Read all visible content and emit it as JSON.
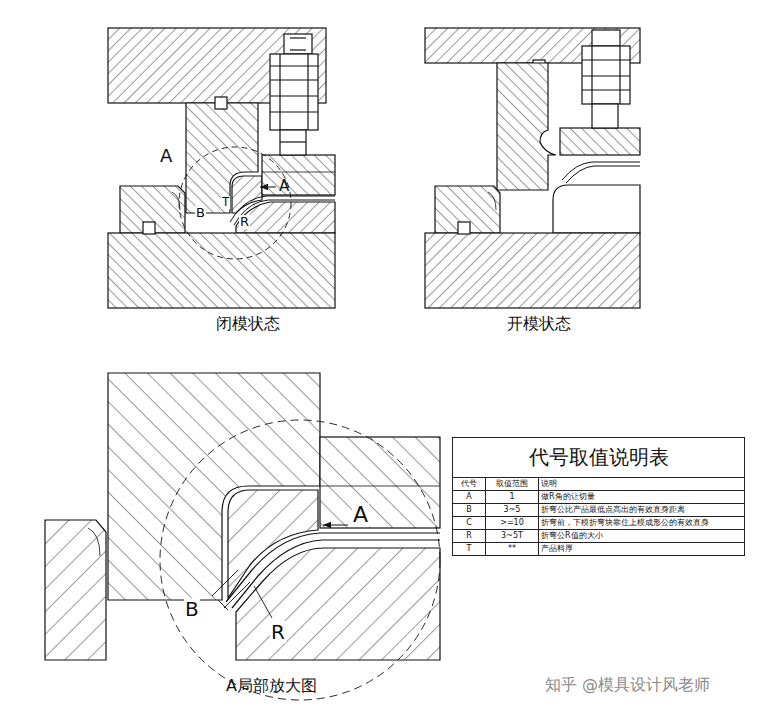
{
  "diagram": {
    "labels": [
      "A",
      "B",
      "T",
      "R",
      "A",
      "闭模状态",
      "开模状态",
      "A",
      "B",
      "R",
      "A局部放大图",
      "代号取值说明表",
      "代号",
      "取值范围",
      "说明",
      "A",
      "1",
      "做R角的让切量",
      "B",
      "3~5",
      "折弯公比产品最低点高出的有效直身距离",
      "C",
      ">=10",
      "折弯前，下模折弯块靠住上模成形公的有效直身",
      "R",
      "3~5T",
      "折弯公R值的大小",
      "T",
      "**",
      "产品料厚",
      "知乎 @模具设计风老师"
    ]
  }
}
